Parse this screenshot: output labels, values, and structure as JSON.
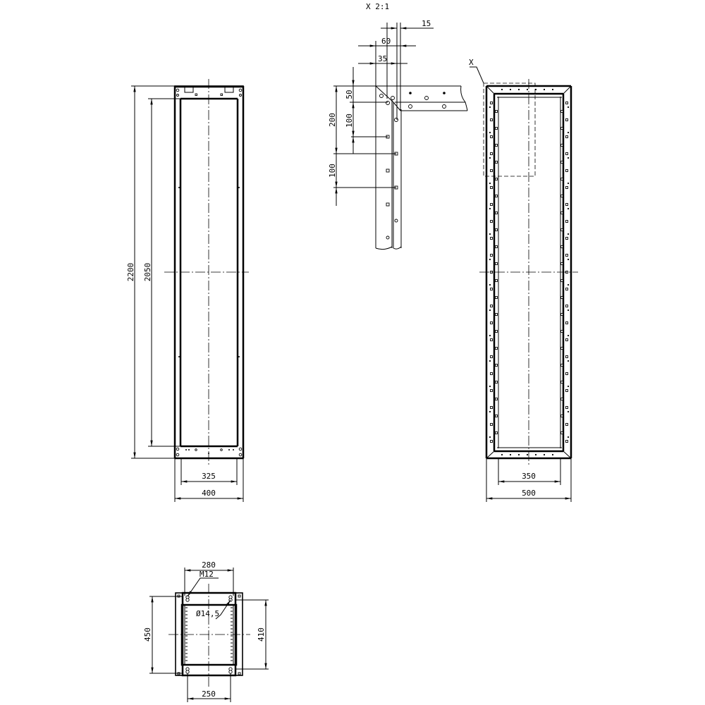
{
  "drawing": {
    "front_view": {
      "dims": {
        "overall_height": "2200",
        "inner_height": "2050",
        "inner_width": "325",
        "overall_width": "400"
      }
    },
    "detail_view": {
      "title": "X 2:1",
      "dims": {
        "top_15": "15",
        "top_60": "60",
        "top_35": "35",
        "v_50": "50",
        "v_100a": "100",
        "v_200": "200",
        "v_100b": "100"
      }
    },
    "side_view": {
      "detail_marker": "X",
      "dims": {
        "inner_width": "350",
        "overall_width": "500"
      }
    },
    "base_view": {
      "dims": {
        "top_280": "280",
        "thread": "M12",
        "hole_dia": "Ø14,5",
        "depth_450": "450",
        "depth_410": "410",
        "bottom_250": "250"
      }
    }
  }
}
